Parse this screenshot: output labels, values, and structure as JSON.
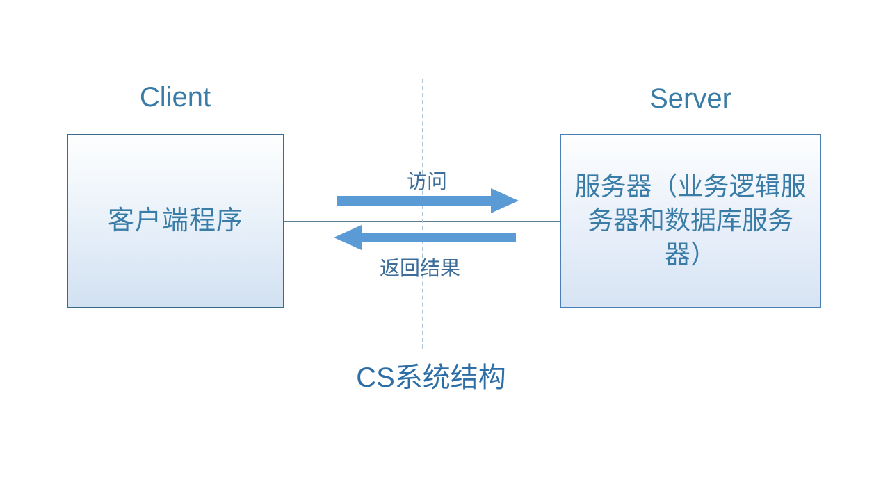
{
  "slide": {
    "background_color": "#ffffff",
    "caption": "CS系统结构"
  },
  "diagram": {
    "type": "client-server-architecture",
    "client": {
      "role_label": "Client",
      "box_text": "客户端程序",
      "border_color": "#3C6A8A",
      "text_color": "#3A7CA8"
    },
    "server": {
      "role_label": "Server",
      "box_text": "服务器（业务逻辑服务器和数据库服务器）",
      "border_color": "#4A7FB5",
      "text_color": "#3A7CA8"
    },
    "arrows": [
      {
        "name": "request",
        "label": "访问",
        "direction": "right",
        "color": "#5B9BD5"
      },
      {
        "name": "response",
        "label": "返回结果",
        "direction": "left",
        "color": "#5B9BD5"
      }
    ],
    "divider": {
      "style": "dashed-vertical",
      "color": "#AFC6DA"
    },
    "connector": {
      "style": "solid-horizontal",
      "color": "#5B7E95"
    }
  }
}
